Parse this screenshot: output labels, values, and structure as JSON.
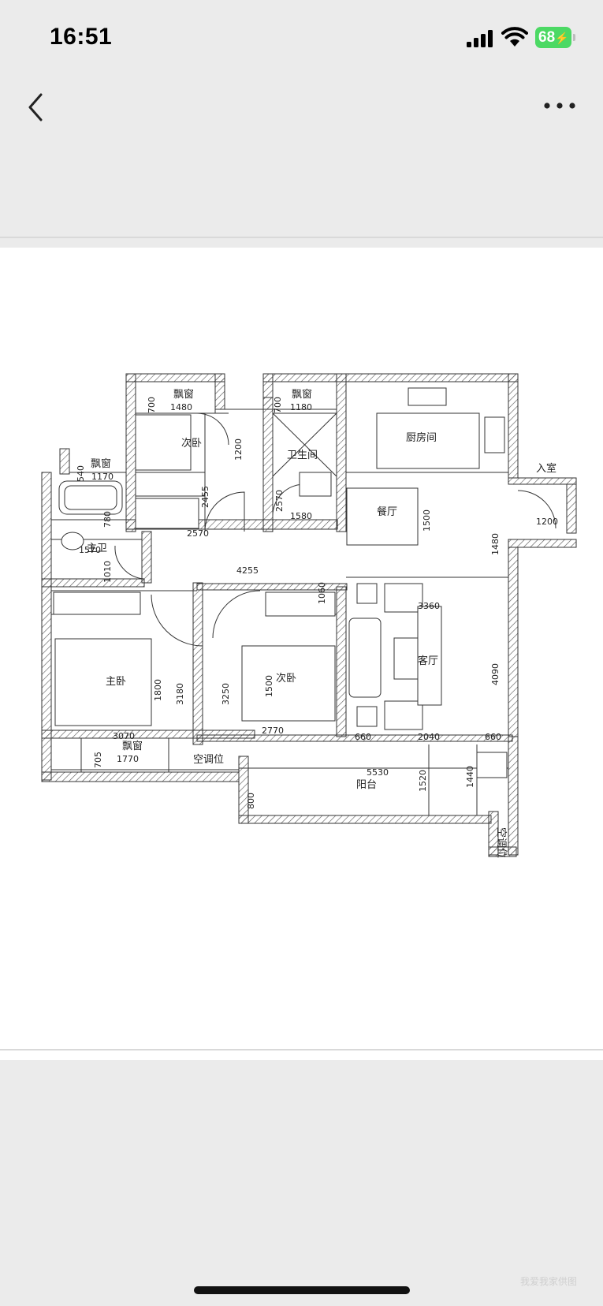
{
  "status_bar": {
    "time": "16:51",
    "battery": "68",
    "icons": [
      "signal-icon",
      "wifi-icon",
      "battery-charging-icon"
    ]
  },
  "nav": {
    "back_icon": "chevron-left-icon",
    "more_icon": "ellipsis-icon"
  },
  "floorplan": {
    "rooms": {
      "bay_window_1": "飘窗",
      "bedroom_2a": "次卧",
      "bathroom": "卫生间",
      "kitchen": "厨房间",
      "entrance": "入室",
      "bay_window_2": "飘窗",
      "bay_window_3": "飘窗",
      "dining": "餐厅",
      "master_bath": "主卫",
      "living": "客厅",
      "master_bedroom": "主卧",
      "bedroom_2b": "次卧",
      "bay_window_4": "飘窗",
      "ac_1": "空调位",
      "balcony": "阳台",
      "ac_2": "空调位"
    },
    "dims": {
      "d700a": "700",
      "d1480": "1480",
      "d700b": "700",
      "d1180": "1180",
      "d540": "540",
      "d1170": "1170",
      "d1200a": "1200",
      "d2455": "2455",
      "d2570a": "2570",
      "d1580": "1580",
      "d1200b": "1200",
      "d1500a": "1500",
      "d1480v": "1480",
      "d780": "780",
      "d2570b": "2570",
      "d1570": "1570",
      "d1010": "1010",
      "d4255": "4255",
      "d1060": "1060",
      "d3360": "3360",
      "d1800": "1800",
      "d3180": "3180",
      "d3250": "3250",
      "d1500b": "1500",
      "d4090": "4090",
      "d3070": "3070",
      "d2770": "2770",
      "d660a": "660",
      "d2040": "2040",
      "d660b": "660",
      "d705": "705",
      "d1770": "1770",
      "d5530": "5530",
      "d800": "800",
      "d1520": "1520",
      "d1440": "1440"
    },
    "watermark": "我爱我家供图"
  }
}
